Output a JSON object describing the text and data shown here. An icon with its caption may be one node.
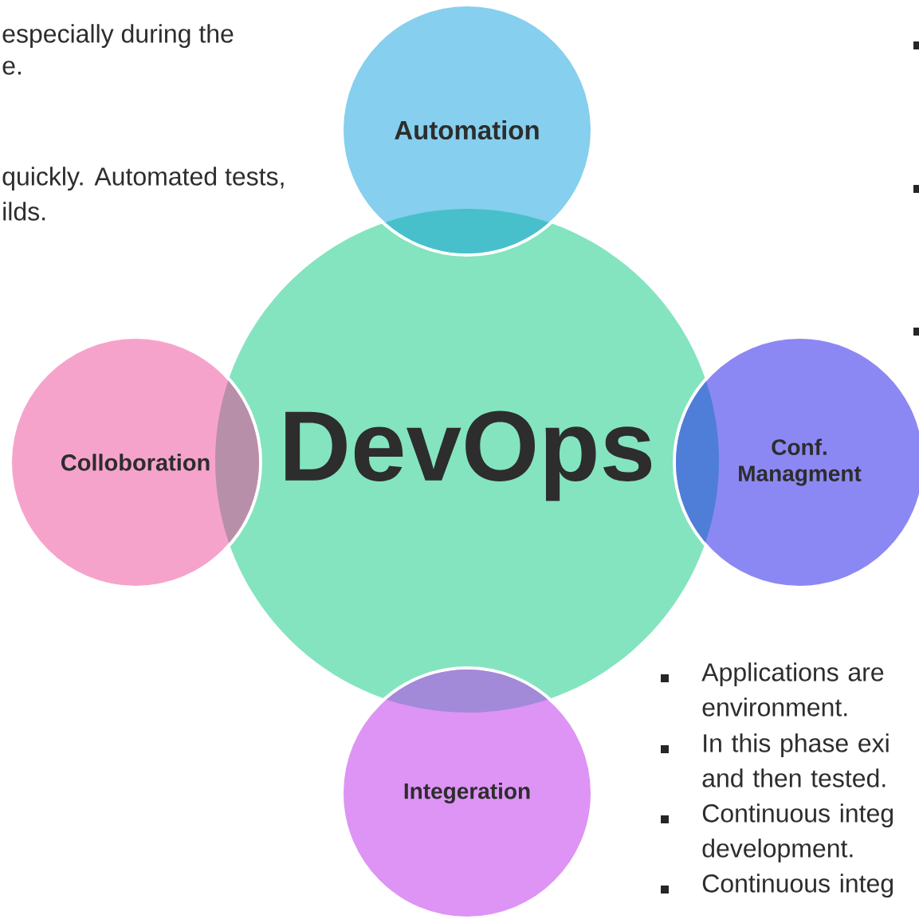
{
  "diagram": {
    "nodes": [
      {
        "text": [
          "Automation"
        ]
      },
      {
        "text": [
          "Colloboration"
        ]
      },
      {
        "text": [
          "DevOps"
        ]
      },
      {
        "text": [
          "Conf. Managment"
        ]
      },
      {
        "text": [
          "Integeration"
        ]
      }
    ],
    "labels": [
      "especially during the",
      "e.",
      "quickly. Automated tests,",
      "ilds.",
      "Applications are environment.",
      "In this phase exi and then tested.",
      "Continuous integ development.",
      "Continuous integ"
    ]
  }
}
